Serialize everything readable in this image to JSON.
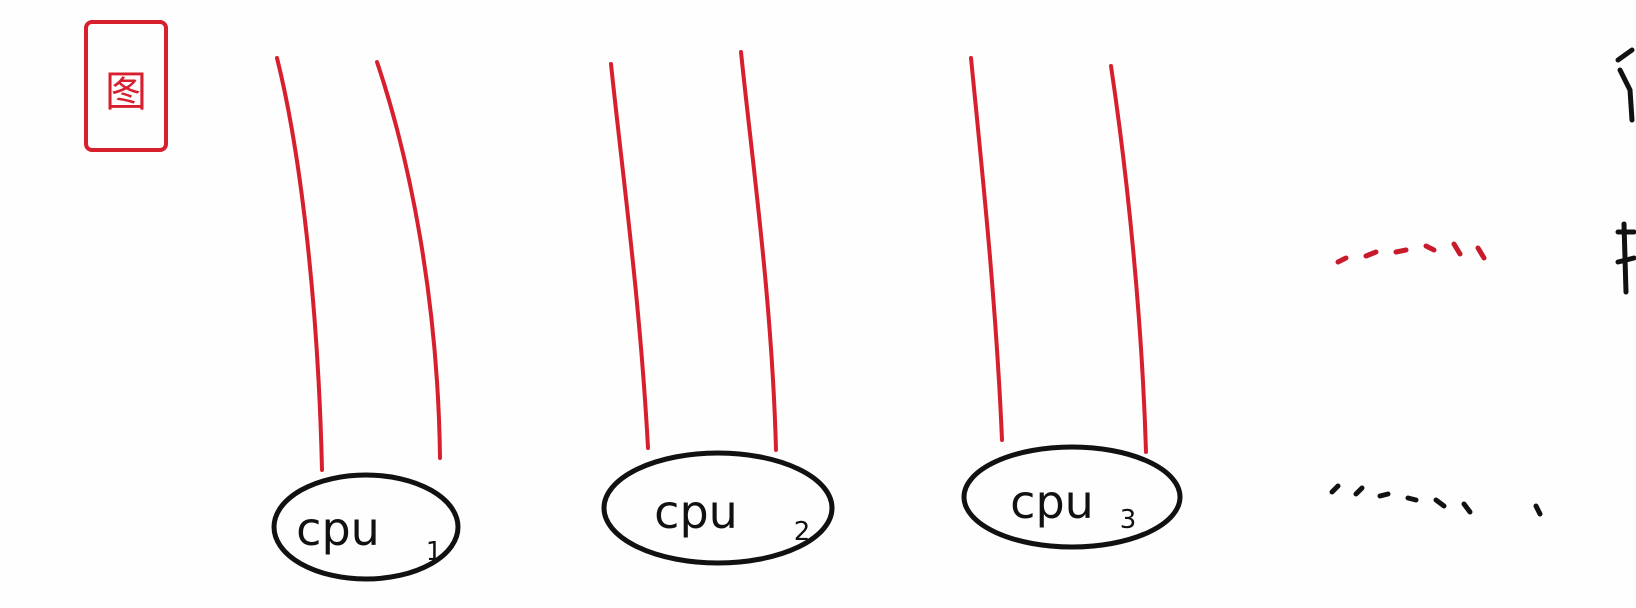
{
  "stamp": {
    "char": "图"
  },
  "cpus": [
    {
      "name": "cpu",
      "sub": "1"
    },
    {
      "name": "cpu",
      "sub": "2"
    },
    {
      "name": "cpu",
      "sub": "3"
    }
  ],
  "colors": {
    "thread": "#d81f2e",
    "ink": "#111111",
    "paper": "#fefefe"
  }
}
